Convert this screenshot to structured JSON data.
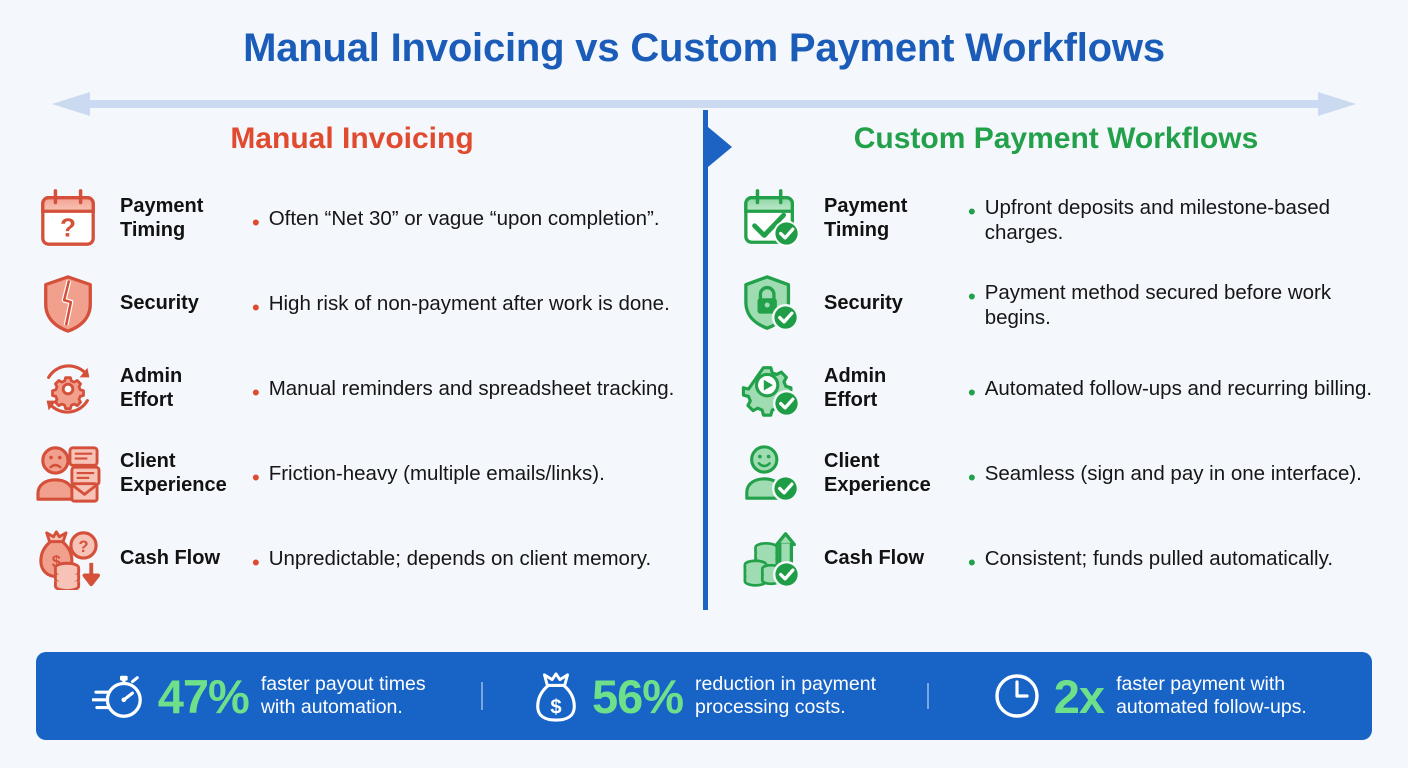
{
  "title": "Manual Invoicing vs Custom Payment Workflows",
  "colors": {
    "title_blue": "#1a5cb8",
    "manual_red": "#e04a2f",
    "custom_green": "#22a14a",
    "stats_bar_blue": "#1763c6",
    "stats_number_green": "#6ee08a",
    "arrow_light_blue": "#cbdaf0",
    "divider_blue": "#1d63c4",
    "background": "#f4f7fb"
  },
  "top_arrow": {
    "left_head_icon": "arrow-left-icon",
    "right_head_icon": "arrow-right-icon"
  },
  "divider": {
    "icon": "triangle-right-icon"
  },
  "columns": [
    {
      "id": "manual",
      "heading": "Manual Invoicing",
      "rows": [
        {
          "icon": "calendar-question-icon",
          "label": "Payment\nTiming",
          "label_lines": [
            "Payment",
            "Timing"
          ],
          "desc": "Often “Net 30” or vague “upon completion”."
        },
        {
          "icon": "broken-shield-icon",
          "label": "Security",
          "label_lines": [
            "Security"
          ],
          "desc": "High risk of non-payment after work is done."
        },
        {
          "icon": "gear-refresh-icon",
          "label": "Admin\nEffort",
          "label_lines": [
            "Admin",
            "Effort"
          ],
          "desc": "Manual reminders and spreadsheet tracking."
        },
        {
          "icon": "unhappy-client-messages-icon",
          "label": "Client\nExperience",
          "label_lines": [
            "Client",
            "Experience"
          ],
          "desc": "Friction-heavy (multiple emails/links)."
        },
        {
          "icon": "money-bag-down-arrow-icon",
          "label": "Cash Flow",
          "label_lines": [
            "Cash Flow"
          ],
          "desc": "Unpredictable; depends on client memory."
        }
      ]
    },
    {
      "id": "custom",
      "heading": "Custom Payment Workflows",
      "rows": [
        {
          "icon": "calendar-check-icon",
          "label": "Payment\nTiming",
          "label_lines": [
            "Payment",
            "Timing"
          ],
          "desc": "Upfront deposits and milestone-based charges."
        },
        {
          "icon": "shield-lock-check-icon",
          "label": "Security",
          "label_lines": [
            "Security"
          ],
          "desc": "Payment method secured before work begins."
        },
        {
          "icon": "gear-play-check-icon",
          "label": "Admin\nEffort",
          "label_lines": [
            "Admin",
            "Effort"
          ],
          "desc": "Automated follow-ups and recurring billing."
        },
        {
          "icon": "happy-client-check-icon",
          "label": "Client\nExperience",
          "label_lines": [
            "Client",
            "Experience"
          ],
          "desc": "Seamless (sign and pay in one interface)."
        },
        {
          "icon": "coins-up-arrow-check-icon",
          "label": "Cash Flow",
          "label_lines": [
            "Cash Flow"
          ],
          "desc": "Consistent; funds pulled automatically."
        }
      ]
    }
  ],
  "stats": [
    {
      "icon": "speed-stopwatch-icon",
      "number": "47%",
      "text_line1": "faster payout times",
      "text_line2": "with automation."
    },
    {
      "icon": "money-bag-icon",
      "number": "56%",
      "text_line1": "reduction in payment",
      "text_line2": "processing costs."
    },
    {
      "icon": "clock-icon",
      "number": "2x",
      "text_line1": "faster payment with",
      "text_line2": "automated follow-ups."
    }
  ]
}
